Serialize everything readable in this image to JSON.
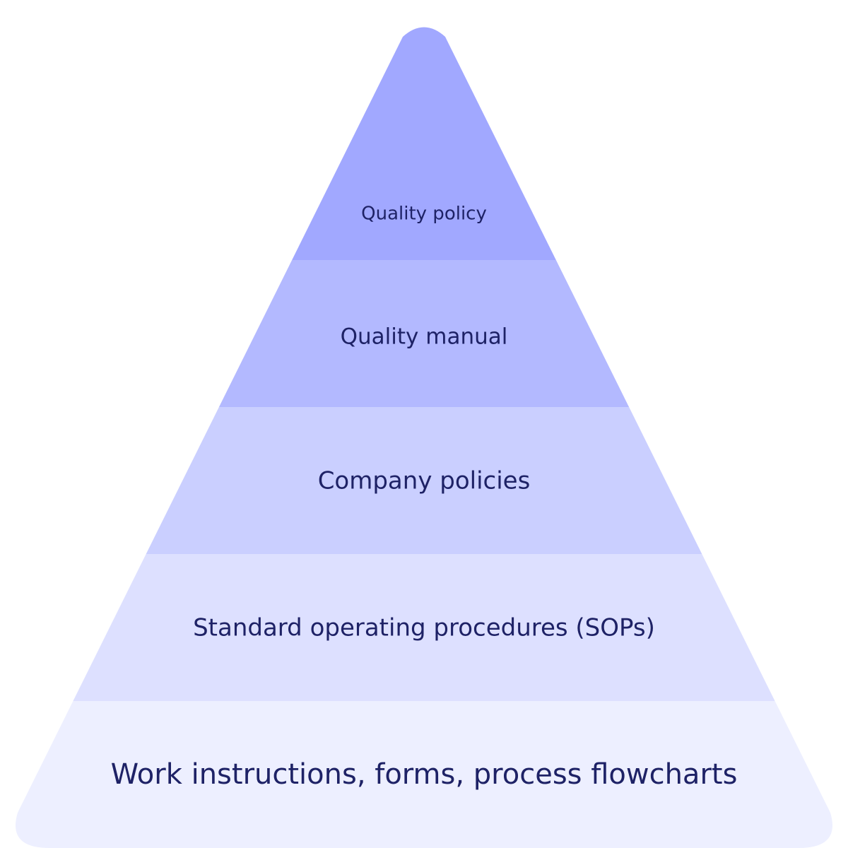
{
  "title": "Quality documentation pyramid",
  "levels": [
    {
      "label": "Quality policy",
      "color": "#a1a8ff"
    },
    {
      "label": "Quality manual",
      "color": "#b3b9ff"
    },
    {
      "label": "Company policies",
      "color": "#cacfff"
    },
    {
      "label": "Standard operating procedures (SOPs)",
      "color": "#dde0ff"
    },
    {
      "label": "Work instructions, forms, process flowcharts",
      "color": "#edefff"
    }
  ],
  "text_color": "#1e2266"
}
